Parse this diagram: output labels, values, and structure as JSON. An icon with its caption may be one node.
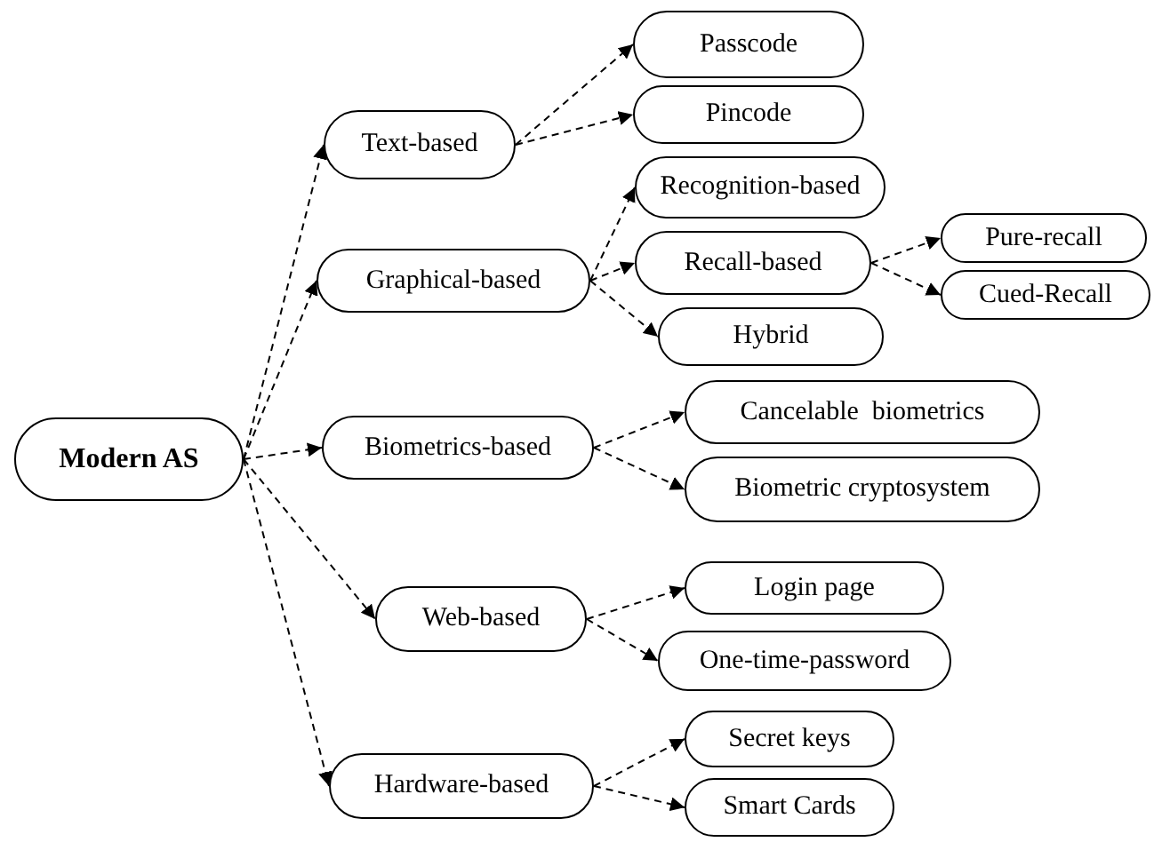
{
  "diagram": {
    "nodes": [
      {
        "text": [
          "Modern AS"
        ]
      },
      {
        "text": [
          "Text-based"
        ]
      },
      {
        "text": [
          "Passcode"
        ]
      },
      {
        "text": [
          "Pincode"
        ]
      },
      {
        "text": [
          "Graphical-based"
        ]
      },
      {
        "text": [
          "Recognition-based"
        ]
      },
      {
        "text": [
          "Recall-based"
        ]
      },
      {
        "text": [
          "Pure-recall"
        ]
      },
      {
        "text": [
          "Cued-Recall"
        ]
      },
      {
        "text": [
          "Hybrid"
        ]
      },
      {
        "text": [
          "Biometrics-based"
        ]
      },
      {
        "text": [
          "Cancelable  biometrics"
        ]
      },
      {
        "text": [
          "Biometric cryptosystem"
        ]
      },
      {
        "text": [
          "Web-based"
        ]
      },
      {
        "text": [
          "Login page"
        ]
      },
      {
        "text": [
          "One-time-password"
        ]
      },
      {
        "text": [
          "Hardware-based"
        ]
      },
      {
        "text": [
          "Secret keys"
        ]
      },
      {
        "text": [
          "Smart Cards"
        ]
      }
    ],
    "edges": [
      {
        "from": 0,
        "to": 1,
        "arrow": "to",
        "style": "dashed"
      },
      {
        "from": 0,
        "to": 4,
        "arrow": "to",
        "style": "dashed"
      },
      {
        "from": 0,
        "to": 10,
        "arrow": "to",
        "style": "dashed"
      },
      {
        "from": 0,
        "to": 13,
        "arrow": "to",
        "style": "dashed"
      },
      {
        "from": 0,
        "to": 16,
        "arrow": "to",
        "style": "dashed"
      },
      {
        "from": 1,
        "to": 2,
        "arrow": "to",
        "style": "dashed"
      },
      {
        "from": 1,
        "to": 3,
        "arrow": "to",
        "style": "dashed"
      },
      {
        "from": 4,
        "to": 5,
        "arrow": "to",
        "style": "dashed"
      },
      {
        "from": 4,
        "to": 6,
        "arrow": "to",
        "style": "dashed"
      },
      {
        "from": 4,
        "to": 9,
        "arrow": "to",
        "style": "dashed"
      },
      {
        "from": 6,
        "to": 7,
        "arrow": "to",
        "style": "dashed"
      },
      {
        "from": 6,
        "to": 8,
        "arrow": "to",
        "style": "dashed"
      },
      {
        "from": 10,
        "to": 11,
        "arrow": "to",
        "style": "dashed"
      },
      {
        "from": 10,
        "to": 12,
        "arrow": "to",
        "style": "dashed"
      },
      {
        "from": 13,
        "to": 14,
        "arrow": "to",
        "style": "dashed"
      },
      {
        "from": 13,
        "to": 15,
        "arrow": "to",
        "style": "dashed"
      },
      {
        "from": 16,
        "to": 17,
        "arrow": "to",
        "style": "dashed"
      },
      {
        "from": 16,
        "to": 18,
        "arrow": "to",
        "style": "dashed"
      }
    ]
  }
}
